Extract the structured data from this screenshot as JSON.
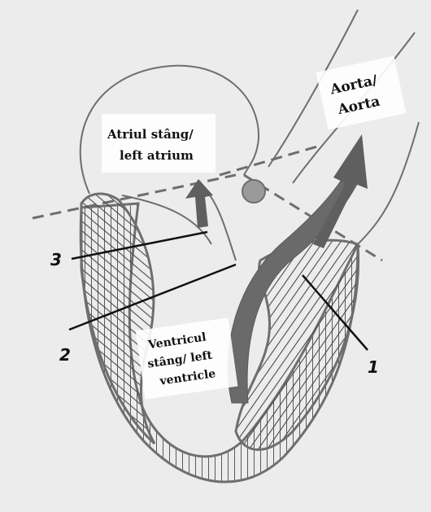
{
  "labels": {
    "left_atrium": [
      "Atriul stâng/",
      "left atrium"
    ],
    "aorta": [
      "Aorta/",
      "Aorta"
    ],
    "left_ventricle": [
      "Ventricul",
      "stâng/ left",
      "ventricle"
    ]
  },
  "numbers": {
    "n1": "1",
    "n2": "2",
    "n3": "3"
  },
  "colors": {
    "background": "#ececec",
    "outline": "#6e6e6e",
    "fill_dark": "#6a6a6a",
    "hatch": "#4a4a4a",
    "ink": "#111111"
  }
}
